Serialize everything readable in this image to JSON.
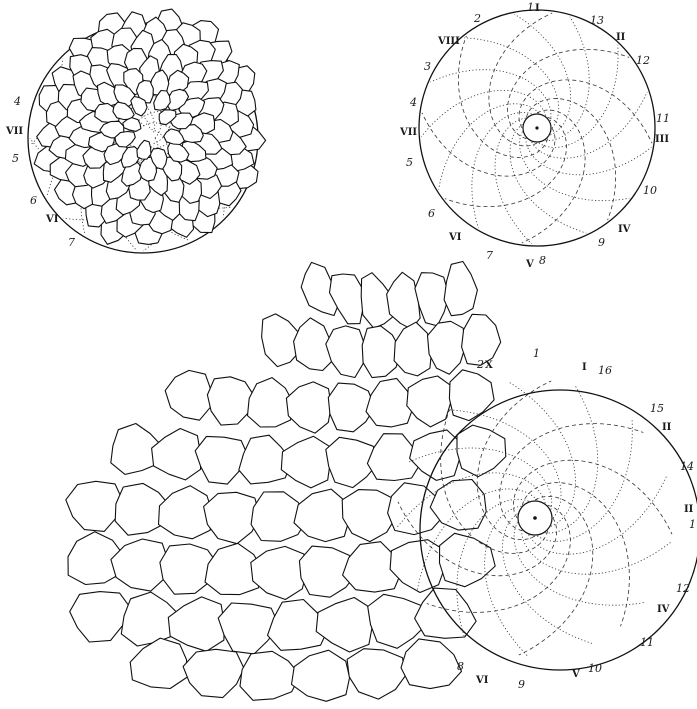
{
  "figures": [
    {
      "id": "cone-top-view",
      "arabic_labels": [
        "4",
        "5",
        "6",
        "7"
      ],
      "roman_labels": [
        "VII",
        "VI"
      ]
    },
    {
      "id": "spiral-diagram-small",
      "arabic_labels": [
        "1",
        "2",
        "3",
        "4",
        "5",
        "6",
        "7",
        "8",
        "9",
        "10",
        "11",
        "12",
        "13"
      ],
      "roman_labels": [
        "I",
        "II",
        "III",
        "IV",
        "V",
        "VI",
        "VII",
        "VIII"
      ]
    },
    {
      "id": "spiral-diagram-large",
      "arabic_labels": [
        "1",
        "2",
        "8",
        "9",
        "10",
        "11",
        "12",
        "14",
        "15",
        "16",
        "1"
      ],
      "roman_labels": [
        "X",
        "I",
        "II",
        "II",
        "IV",
        "V",
        "VI"
      ]
    }
  ]
}
